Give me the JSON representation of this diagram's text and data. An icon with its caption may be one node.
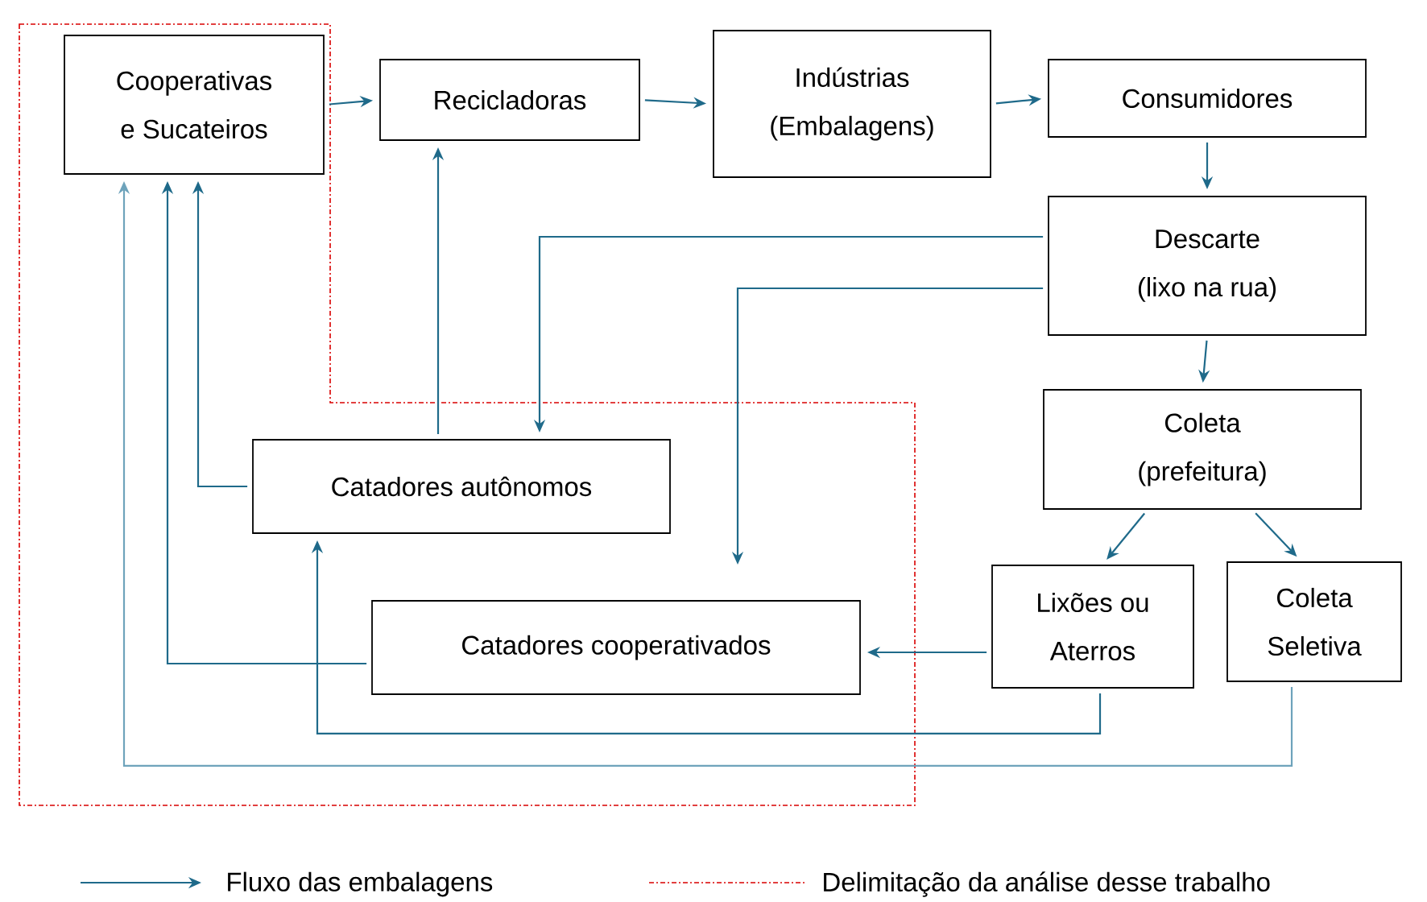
{
  "diagram": {
    "nodes": [
      {
        "text": [
          "Cooperativas e Sucateiros"
        ]
      },
      {
        "text": [
          "Recicladoras"
        ]
      },
      {
        "text": [
          "Indústrias (Embalagens)"
        ]
      },
      {
        "text": [
          "Consumidores"
        ]
      },
      {
        "text": [
          "Descarte (lixo na rua)"
        ]
      },
      {
        "text": [
          "Coleta (prefeitura)"
        ]
      },
      {
        "text": [
          "Catadores autônomos"
        ]
      },
      {
        "text": [
          "Catadores cooperativados"
        ]
      },
      {
        "text": [
          "Lixões ou Aterros"
        ]
      },
      {
        "text": [
          "Coleta Seletiva"
        ]
      }
    ],
    "edges": [
      {
        "from": 0,
        "to": 1,
        "arrow": "to"
      },
      {
        "from": 1,
        "to": 2,
        "arrow": "to"
      },
      {
        "from": 2,
        "to": 3,
        "arrow": "to"
      },
      {
        "from": 3,
        "to": 4,
        "arrow": "to"
      },
      {
        "from": 4,
        "to": 5,
        "arrow": "to"
      },
      {
        "from": 5,
        "to": 8,
        "arrow": "to"
      },
      {
        "from": 5,
        "to": 9,
        "arrow": "to"
      },
      {
        "from": 4,
        "to": 6,
        "arrow": "to"
      },
      {
        "from": 4,
        "to": 7,
        "arrow": "to"
      },
      {
        "from": 6,
        "to": 1,
        "arrow": "to"
      },
      {
        "from": 6,
        "to": 0,
        "arrow": "to"
      },
      {
        "from": 7,
        "to": 0,
        "arrow": "to"
      },
      {
        "from": 8,
        "to": 7,
        "arrow": "to"
      },
      {
        "from": 8,
        "to": 6,
        "arrow": "to"
      },
      {
        "from": 9,
        "to": 0,
        "arrow": "to",
        "color": "#6ea3bb"
      }
    ],
    "legend": [
      {
        "text": "Fluxo das embalagens"
      },
      {
        "text": "Delimitação da análise desse trabalho"
      }
    ]
  }
}
